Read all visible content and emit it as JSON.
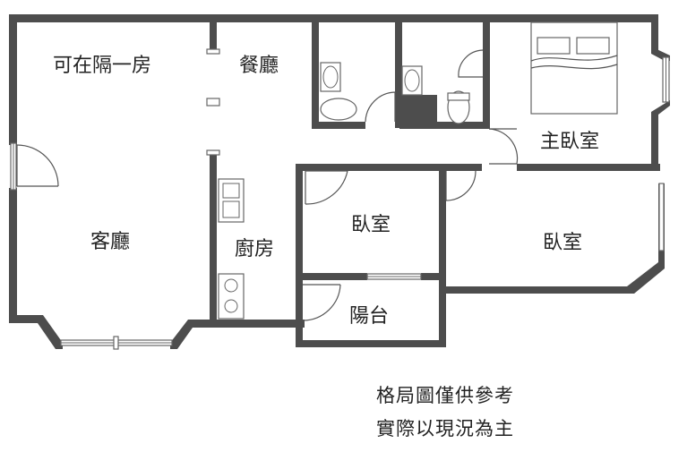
{
  "rooms": {
    "partition_room": "可在隔一房",
    "dining": "餐廳",
    "master_bedroom": "主臥室",
    "living": "客廳",
    "kitchen": "廚房",
    "bedroom_center": "臥室",
    "bedroom_right": "臥室",
    "balcony": "陽台"
  },
  "notes": {
    "line1": "格局圖僅供參考",
    "line2": "實際以現況為主"
  }
}
